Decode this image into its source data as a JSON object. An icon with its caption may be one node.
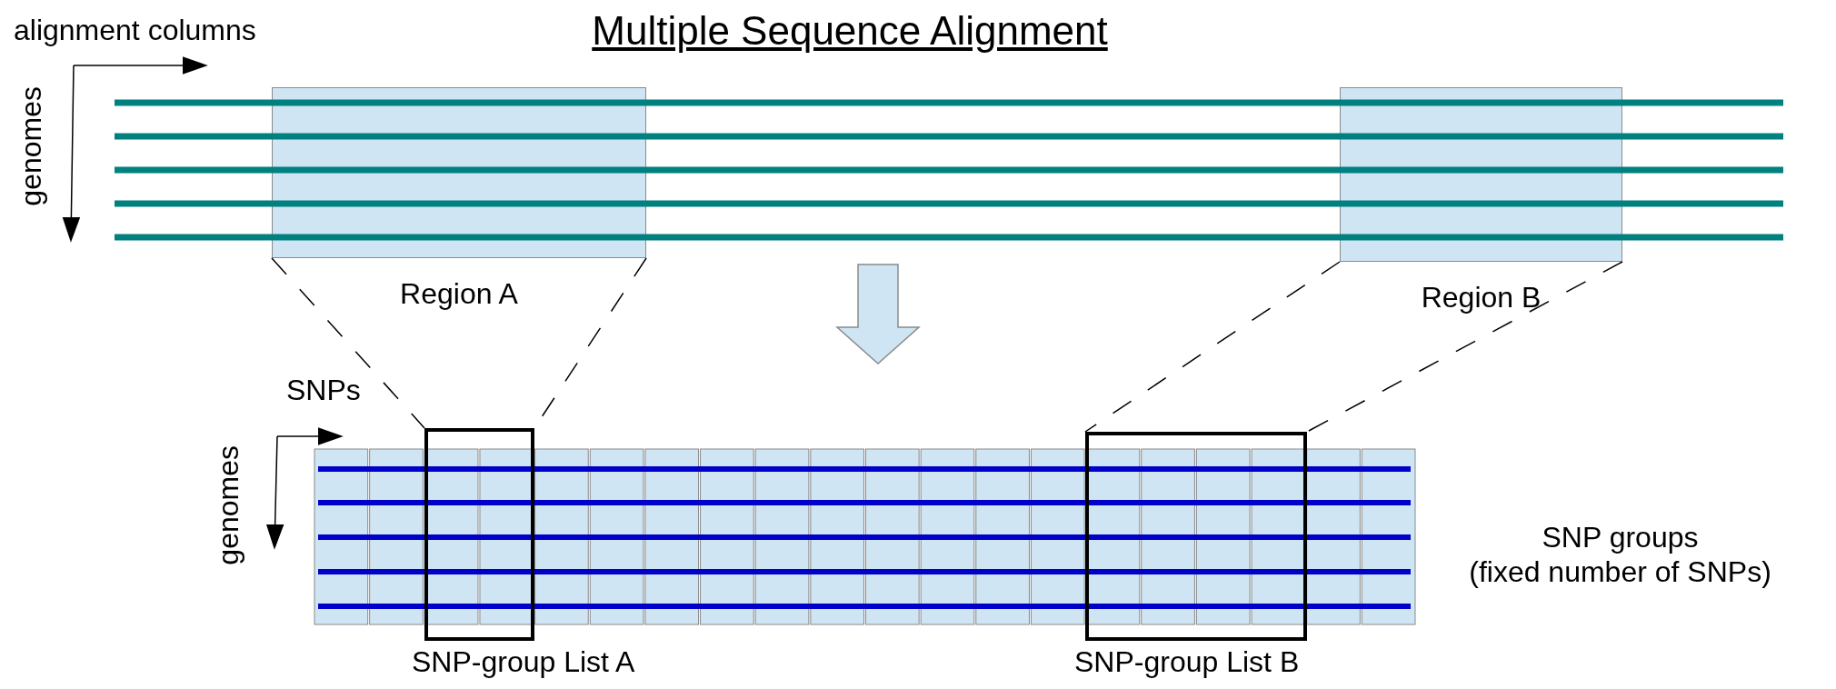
{
  "diagram": {
    "title": "Multiple Sequence Alignment",
    "nodes": [
      {
        "text": [
          "Region A"
        ]
      },
      {
        "text": [
          "Region B"
        ]
      },
      {
        "text": [
          "SNP-group List A"
        ]
      },
      {
        "text": [
          "SNP-group List B"
        ]
      }
    ],
    "edges": [
      {
        "from": 0,
        "to": 2,
        "arrow": "none",
        "style": "dashed"
      },
      {
        "from": 0,
        "to": 2,
        "arrow": "none",
        "style": "dashed"
      },
      {
        "from": 1,
        "to": 3,
        "arrow": "none",
        "style": "dashed"
      },
      {
        "from": 1,
        "to": 3,
        "arrow": "none",
        "style": "dashed"
      }
    ],
    "labels": [
      "alignment columns",
      "genomes",
      "SNPs",
      "genomes",
      "SNP groups (fixed number of SNPs)"
    ]
  }
}
